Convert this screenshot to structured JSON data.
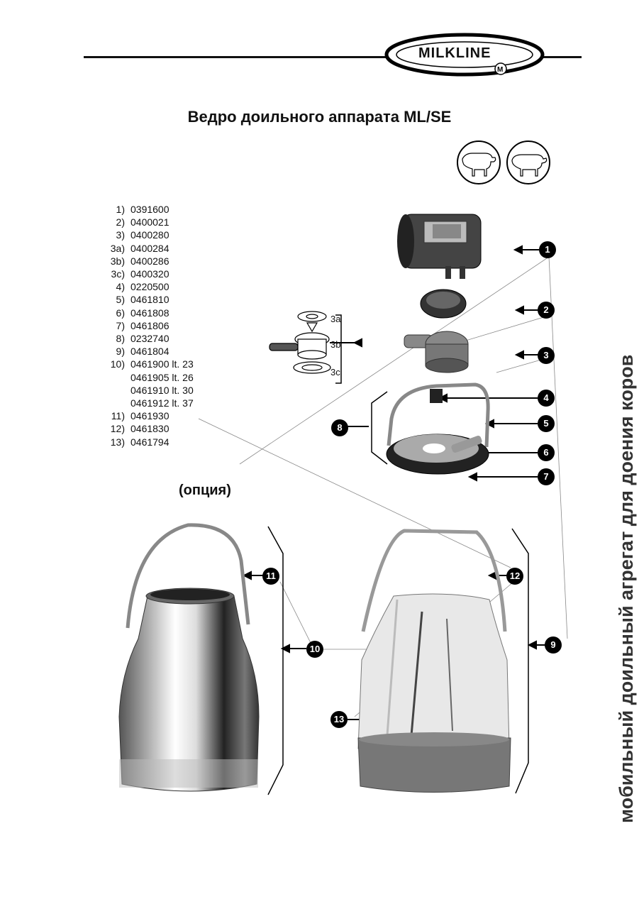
{
  "brand": {
    "logo": "MILKLINE"
  },
  "title": "Ведро доильного аппарата ML/SE",
  "parts": [
    {
      "idx": "1)",
      "code": "0391600"
    },
    {
      "idx": "2)",
      "code": "0400021"
    },
    {
      "idx": "3)",
      "code": "0400280"
    },
    {
      "idx": "3a)",
      "code": "0400284"
    },
    {
      "idx": "3b)",
      "code": "0400286"
    },
    {
      "idx": "3c)",
      "code": "0400320"
    },
    {
      "idx": "4)",
      "code": "0220500"
    },
    {
      "idx": "5)",
      "code": "0461810"
    },
    {
      "idx": "6)",
      "code": "0461808"
    },
    {
      "idx": "7)",
      "code": "0461806"
    },
    {
      "idx": "8)",
      "code": "0232740"
    },
    {
      "idx": "9)",
      "code": "0461804"
    },
    {
      "idx": "10)",
      "code": "0461900 lt. 23"
    },
    {
      "idx": "",
      "code": "0461905 lt. 26"
    },
    {
      "idx": "",
      "code": "0461910 lt. 30"
    },
    {
      "idx": "",
      "code": "0461912 lt. 37"
    },
    {
      "idx": "11)",
      "code": "0461930"
    },
    {
      "idx": "12)",
      "code": "0461830"
    },
    {
      "idx": "13)",
      "code": "0461794"
    }
  ],
  "option_label": "(опция)",
  "side_text": "мобильный доильный агрегат для доения коров",
  "callouts": [
    "1",
    "2",
    "3",
    "4",
    "5",
    "6",
    "7",
    "8",
    "9",
    "10",
    "11",
    "12",
    "13"
  ],
  "sub_labels": [
    "3a",
    "3b",
    "3c"
  ],
  "icons": [
    "cow-icon",
    "cow-icon"
  ]
}
